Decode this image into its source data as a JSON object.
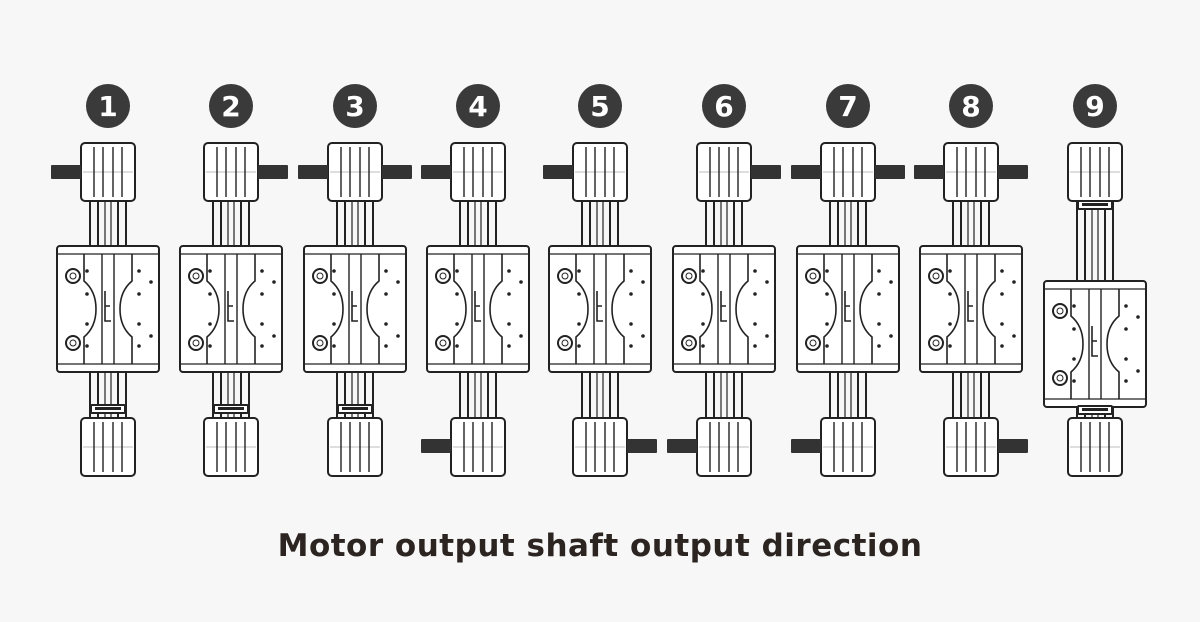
{
  "caption": "Motor output shaft output direction",
  "colors": {
    "background": "#f7f7f7",
    "line": "#222222",
    "badge": "#3a3a3a",
    "badge_text": "#ffffff",
    "shaft": "#333333"
  },
  "units": [
    {
      "label": "1",
      "shaft_side": "left",
      "shaft_end": "top",
      "carriage_position": "middle"
    },
    {
      "label": "2",
      "shaft_side": "right",
      "shaft_end": "top",
      "carriage_position": "middle"
    },
    {
      "label": "3",
      "shaft_side": "both",
      "shaft_end": "top",
      "carriage_position": "middle"
    },
    {
      "label": "4",
      "shaft_side": "left",
      "shaft_end": "top_and_bottom",
      "carriage_position": "middle"
    },
    {
      "label": "5",
      "shaft_side": "left",
      "shaft_end": "top_and_bottom_right",
      "carriage_position": "middle"
    },
    {
      "label": "6",
      "shaft_side": "right",
      "shaft_end": "top_and_bottom_left",
      "carriage_position": "middle"
    },
    {
      "label": "7",
      "shaft_side": "both",
      "shaft_end": "top_and_bottom_left",
      "carriage_position": "middle"
    },
    {
      "label": "8",
      "shaft_side": "both",
      "shaft_end": "top_and_bottom_right",
      "carriage_position": "middle"
    },
    {
      "label": "9",
      "shaft_side": "none",
      "shaft_end": "none",
      "carriage_position": "low"
    }
  ]
}
